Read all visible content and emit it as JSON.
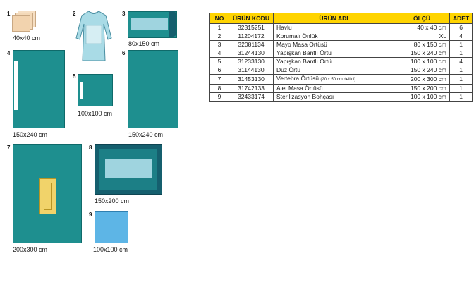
{
  "items_visual": [
    {
      "no": "1",
      "size": "40x40 cm"
    },
    {
      "no": "2",
      "size": ""
    },
    {
      "no": "3",
      "size": "80x150 cm"
    },
    {
      "no": "4",
      "size": "150x240 cm"
    },
    {
      "no": "5",
      "size": "100x100 cm"
    },
    {
      "no": "6",
      "size": "150x240 cm"
    },
    {
      "no": "7",
      "size": "200x300 cm"
    },
    {
      "no": "8",
      "size": "150x200 cm"
    },
    {
      "no": "9",
      "size": "100x100 cm"
    }
  ],
  "table": {
    "headers": [
      "NO",
      "ÜRÜN KODU",
      "ÜRÜN ADI",
      "ÖLÇÜ",
      "ADET"
    ],
    "rows": [
      {
        "no": "1",
        "code": "32315251",
        "name": "Havlu",
        "note": "",
        "size": "40 x 40 cm",
        "qty": "6"
      },
      {
        "no": "2",
        "code": "11204172",
        "name": "Korumalı Önlük",
        "note": "",
        "size": "XL",
        "qty": "4"
      },
      {
        "no": "3",
        "code": "32081134",
        "name": "Mayo Masa Örtüsü",
        "note": "",
        "size": "80 x 150 cm",
        "qty": "1"
      },
      {
        "no": "4",
        "code": "31244130",
        "name": "Yapışkan Bantlı Örtü",
        "note": "",
        "size": "150 x 240 cm",
        "qty": "1"
      },
      {
        "no": "5",
        "code": "31233130",
        "name": "Yapışkan Bantlı Örtü",
        "note": "",
        "size": "100 x 100 cm",
        "qty": "4"
      },
      {
        "no": "6",
        "code": "31144130",
        "name": "Düz Örtü",
        "note": "",
        "size": "150 x 240 cm",
        "qty": "1"
      },
      {
        "no": "7",
        "code": "31453130",
        "name": "Vertebra Örtüsü",
        "note": "(20 x 50 cm delikli)",
        "size": "200 x 300 cm",
        "qty": "1"
      },
      {
        "no": "8",
        "code": "31742133",
        "name": "Alet Masa Örtüsü",
        "note": "",
        "size": "150 x 200 cm",
        "qty": "1"
      },
      {
        "no": "9",
        "code": "32433174",
        "name": "Sterilizasyon Bohçası",
        "note": "",
        "size": "100 x 100 cm",
        "qty": "1"
      }
    ]
  },
  "colors": {
    "teal": "#1e8f8f",
    "dark_teal": "#155f6e",
    "light_blue": "#9fd4df",
    "sky_blue": "#5db5e6",
    "header_yellow": "#ffd400",
    "towel": "#f4d9b8",
    "gown": "#a9dbe6",
    "fenestration": "#f1d36a"
  }
}
